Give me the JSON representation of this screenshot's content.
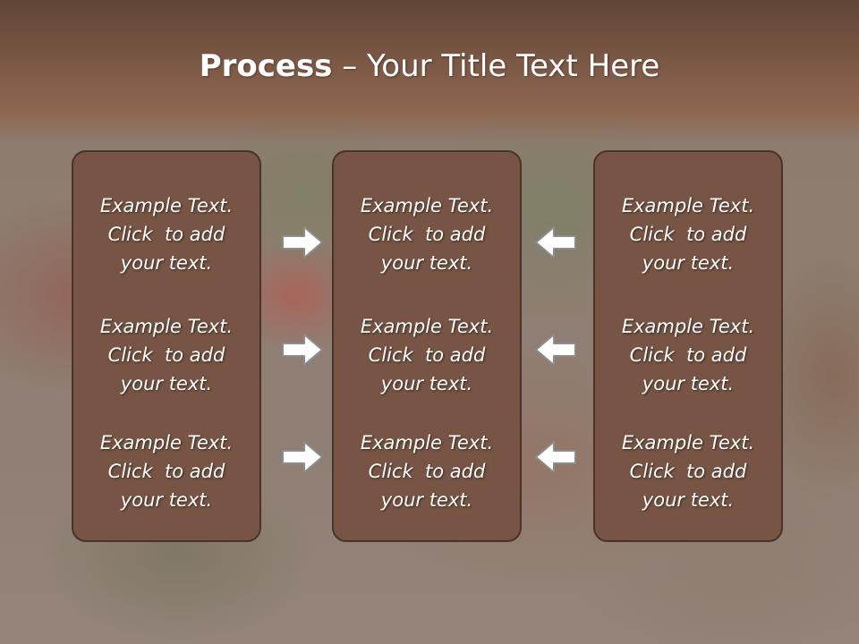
{
  "title": {
    "bold": "Process",
    "rest": " – Your Title Text Here"
  },
  "columns": [
    {
      "items": [
        {
          "line1": "Example Text.",
          "line2": "Click  to add",
          "line3": "your text."
        },
        {
          "line1": "Example Text.",
          "line2": "Click  to add",
          "line3": "your text."
        },
        {
          "line1": "Example Text.",
          "line2": "Click  to add",
          "line3": "your text."
        }
      ]
    },
    {
      "items": [
        {
          "line1": "Example Text.",
          "line2": "Click  to add",
          "line3": "your text."
        },
        {
          "line1": "Example Text.",
          "line2": "Click  to add",
          "line3": "your text."
        },
        {
          "line1": "Example Text.",
          "line2": "Click  to add",
          "line3": "your text."
        }
      ]
    },
    {
      "items": [
        {
          "line1": "Example Text.",
          "line2": "Click  to add",
          "line3": "your text."
        },
        {
          "line1": "Example Text.",
          "line2": "Click  to add",
          "line3": "your text."
        },
        {
          "line1": "Example Text.",
          "line2": "Click  to add",
          "line3": "your text."
        }
      ]
    }
  ],
  "arrows": {
    "left_side": [
      "arrow-right-icon",
      "arrow-right-icon",
      "arrow-right-icon"
    ],
    "right_side": [
      "arrow-left-icon",
      "arrow-left-icon",
      "arrow-left-icon"
    ]
  },
  "colors": {
    "box_fill": "#775443",
    "box_border": "#4a3328",
    "title_band": "#7a5644",
    "arrow_fill": "#ffffff",
    "arrow_stroke": "#8c8c8c"
  }
}
